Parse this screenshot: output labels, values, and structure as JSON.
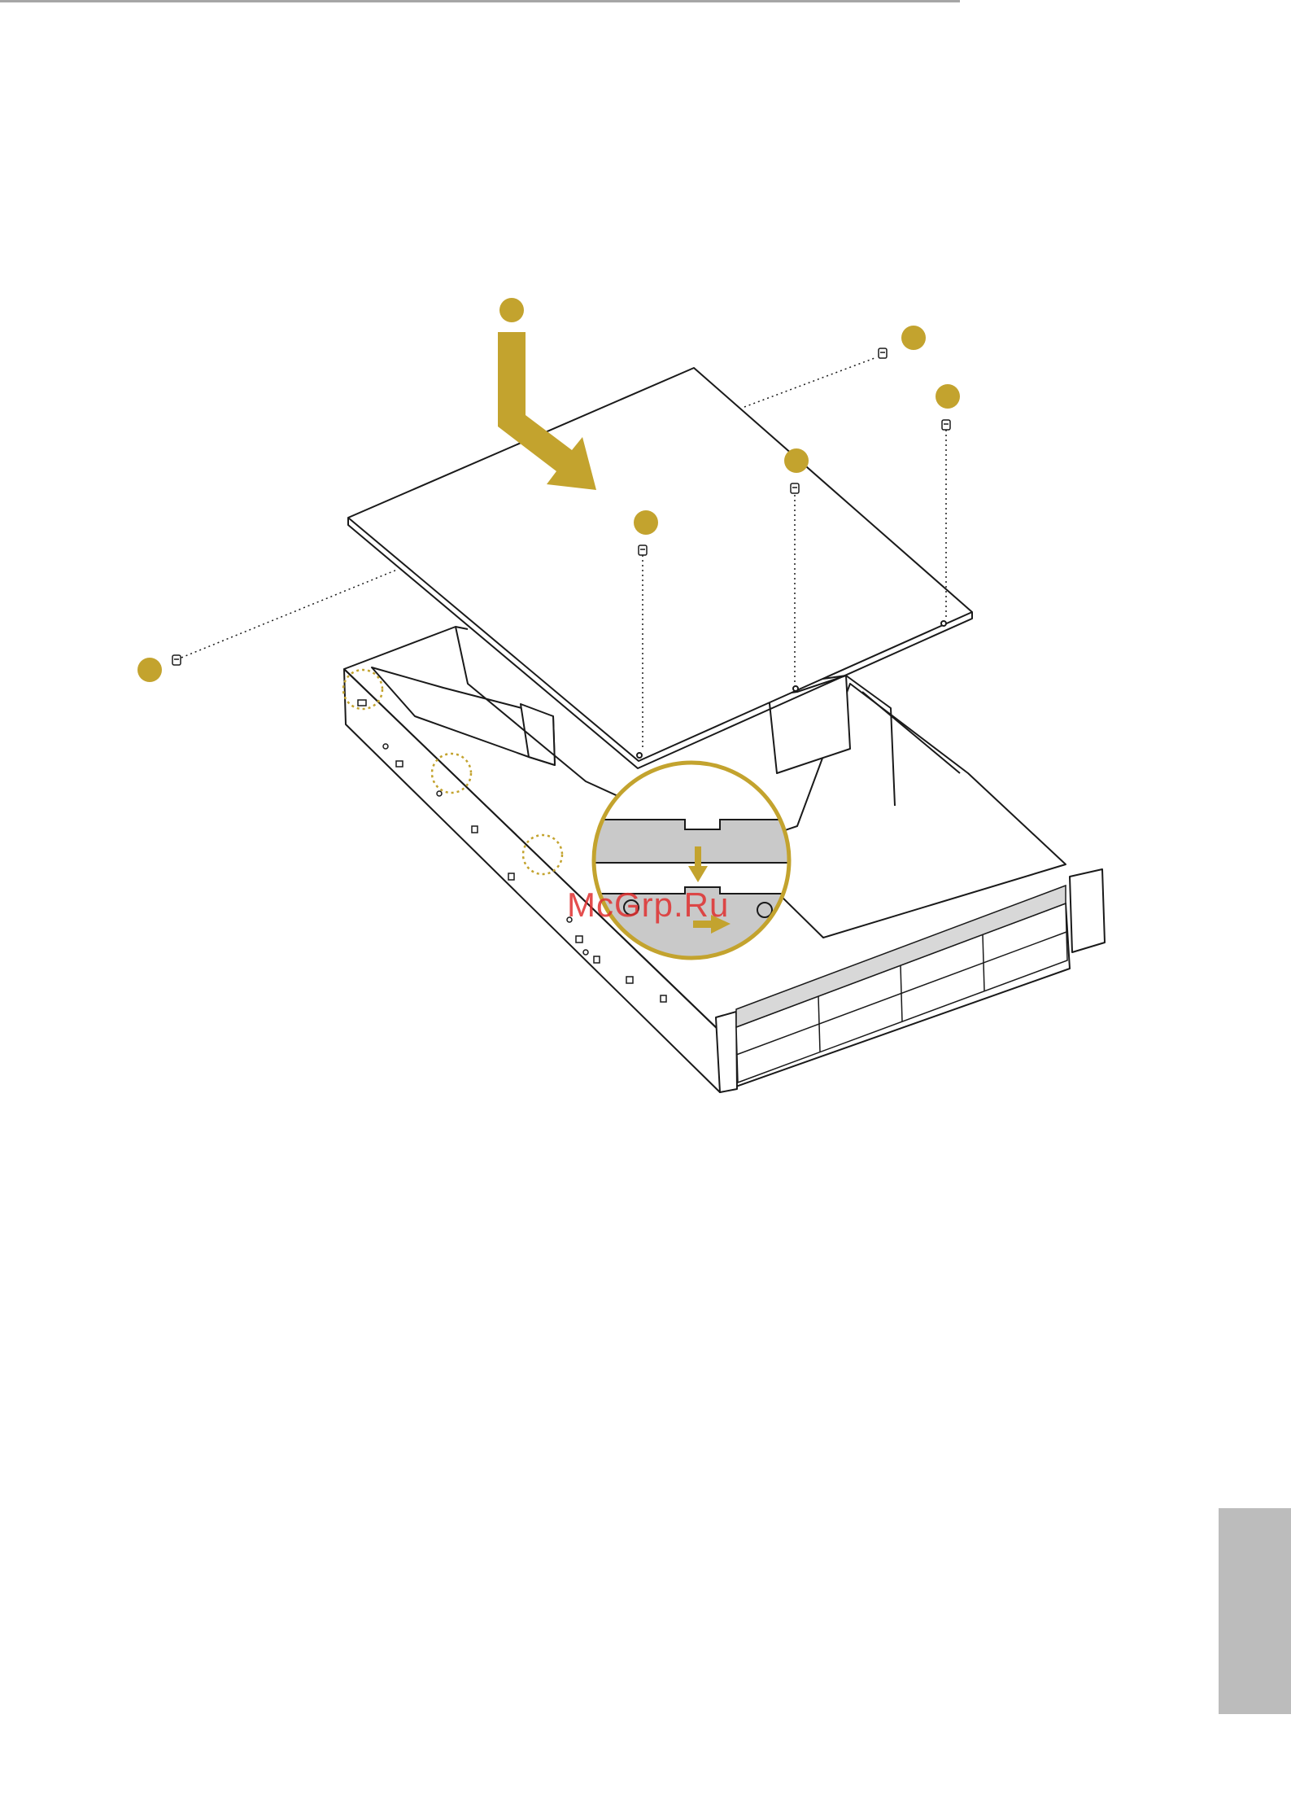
{
  "watermark": {
    "text": "McGrp.Ru"
  },
  "colors": {
    "accent": "#c3a32e",
    "line": "#1a1a1a",
    "side_tab": "#bcbcbc",
    "top_rule": "#a6a6a6",
    "inset_fill": "#c9c9c9"
  },
  "icons": {
    "step_markers": "filled-gold-circle",
    "screws": "screw-icon",
    "callouts": "dotted-gold-circle"
  }
}
